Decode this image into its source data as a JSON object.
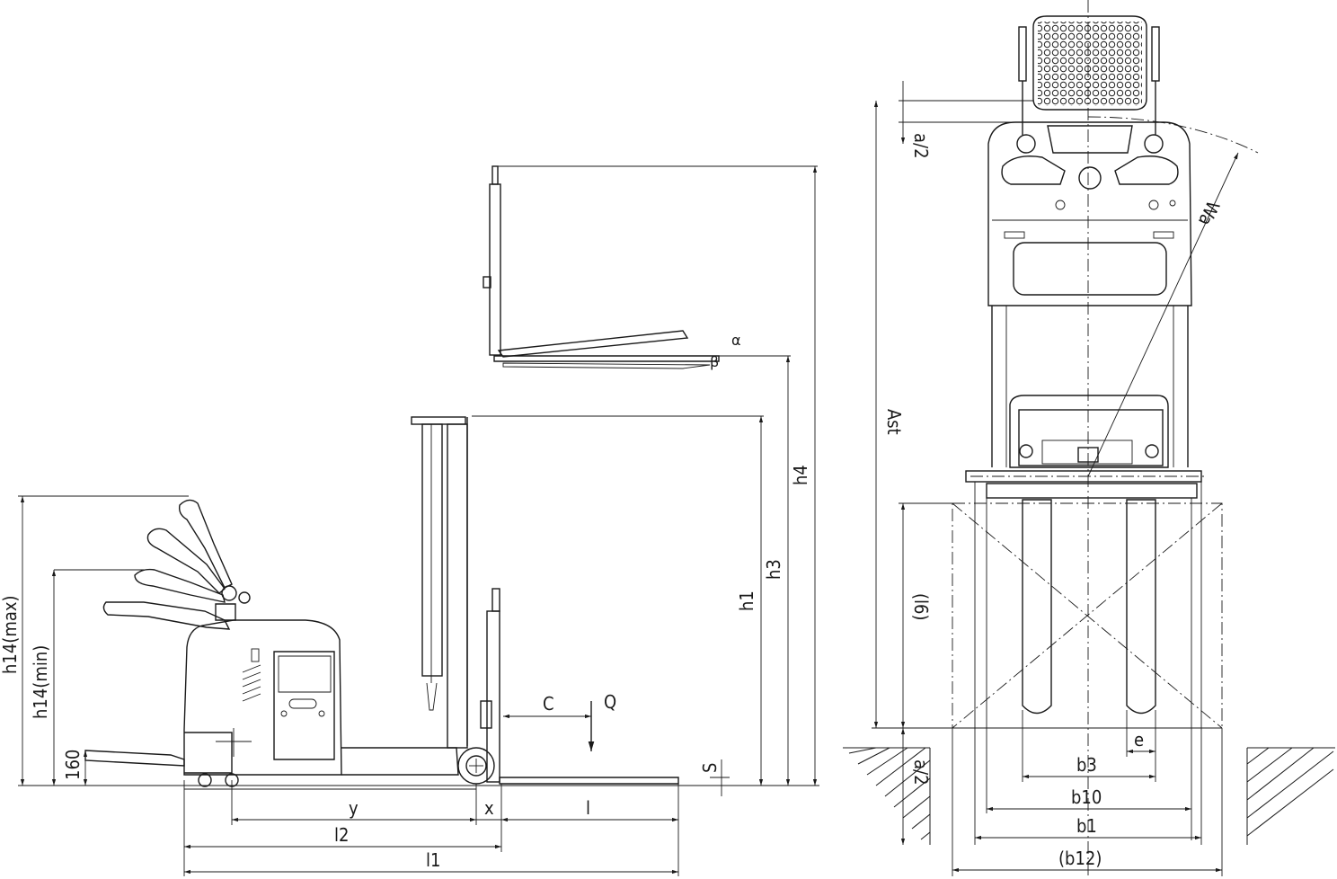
{
  "side_view_labels": {
    "h4": "h4",
    "h3": "h3",
    "h1": "h1",
    "h14_max": "h14(max)",
    "h14_min": "h14(min)",
    "h160": "160",
    "s": "S",
    "c": "C",
    "q": "Q",
    "alpha": "α",
    "beta": "β",
    "y": "y",
    "x": "x",
    "l": "l",
    "l2": "l2",
    "l1": "l1"
  },
  "top_view_labels": {
    "a2_top": "a/2",
    "a2_bottom": "a/2",
    "wa": "Wa",
    "ast": "Ast",
    "l6": "(l6)",
    "e": "e",
    "b3": "b3",
    "b10": "b10",
    "b1": "b1",
    "b12": "(b12)"
  }
}
